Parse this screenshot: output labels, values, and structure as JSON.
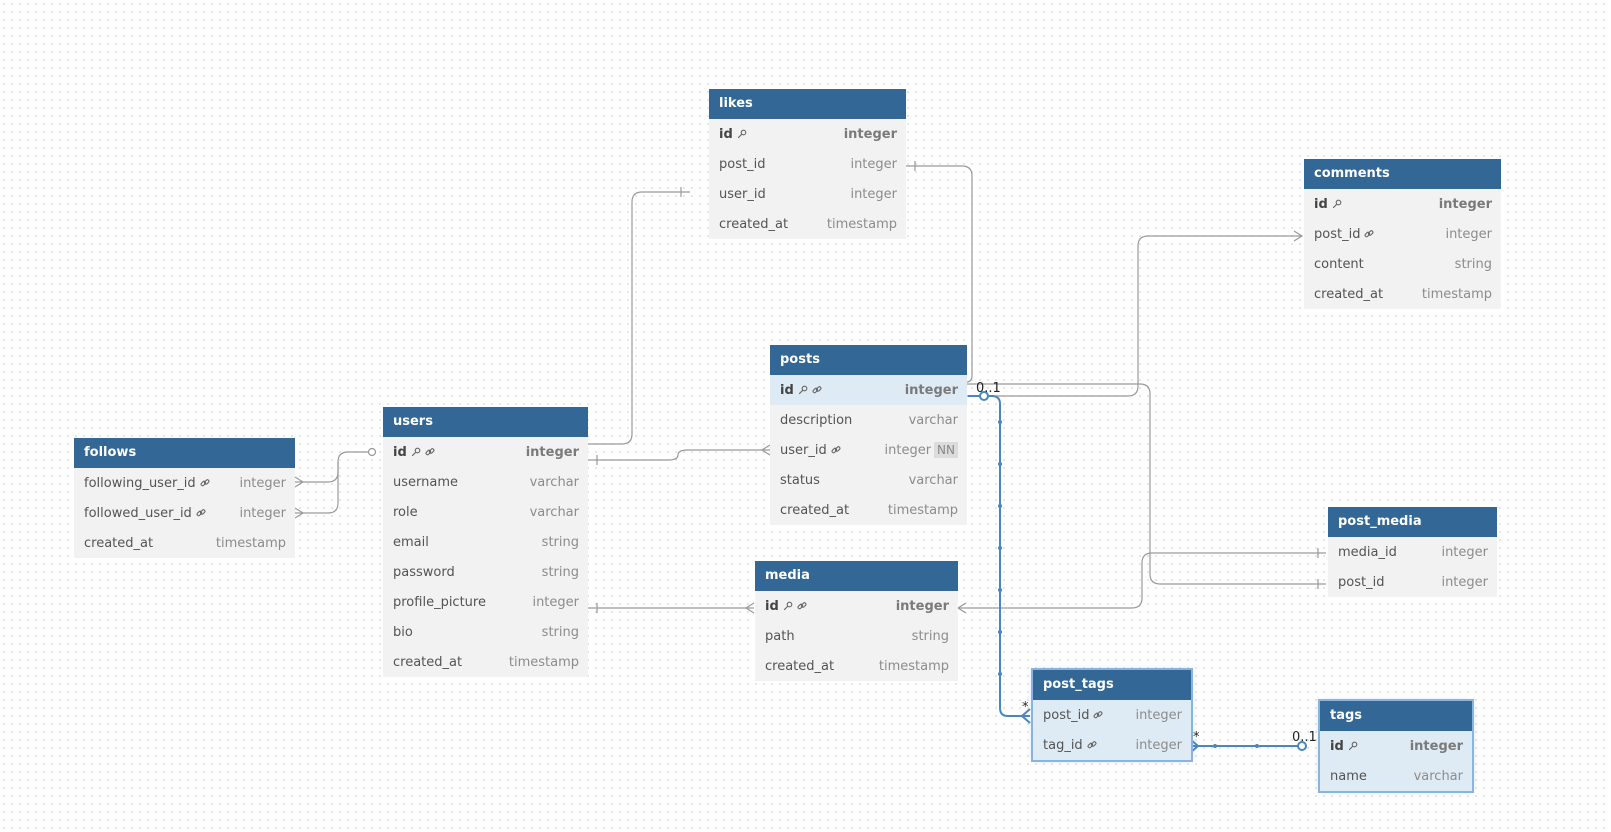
{
  "tables": {
    "likes": {
      "title": "likes",
      "fields": [
        {
          "name": "id",
          "type": "integer",
          "pk": true,
          "icons": [
            "key"
          ]
        },
        {
          "name": "post_id",
          "type": "integer"
        },
        {
          "name": "user_id",
          "type": "integer"
        },
        {
          "name": "created_at",
          "type": "timestamp"
        }
      ]
    },
    "comments": {
      "title": "comments",
      "fields": [
        {
          "name": "id",
          "type": "integer",
          "pk": true,
          "icons": [
            "key"
          ]
        },
        {
          "name": "post_id",
          "type": "integer",
          "icons": [
            "link"
          ]
        },
        {
          "name": "content",
          "type": "string"
        },
        {
          "name": "created_at",
          "type": "timestamp"
        }
      ]
    },
    "posts": {
      "title": "posts",
      "fields": [
        {
          "name": "id",
          "type": "integer",
          "pk": true,
          "icons": [
            "key",
            "link"
          ]
        },
        {
          "name": "description",
          "type": "varchar"
        },
        {
          "name": "user_id",
          "type": "integer",
          "icons": [
            "link"
          ],
          "badge": "NN"
        },
        {
          "name": "status",
          "type": "varchar"
        },
        {
          "name": "created_at",
          "type": "timestamp"
        }
      ]
    },
    "users": {
      "title": "users",
      "fields": [
        {
          "name": "id",
          "type": "integer",
          "pk": true,
          "icons": [
            "key",
            "link"
          ]
        },
        {
          "name": "username",
          "type": "varchar"
        },
        {
          "name": "role",
          "type": "varchar"
        },
        {
          "name": "email",
          "type": "string"
        },
        {
          "name": "password",
          "type": "string"
        },
        {
          "name": "profile_picture",
          "type": "integer"
        },
        {
          "name": "bio",
          "type": "string"
        },
        {
          "name": "created_at",
          "type": "timestamp"
        }
      ]
    },
    "follows": {
      "title": "follows",
      "fields": [
        {
          "name": "following_user_id",
          "type": "integer",
          "icons": [
            "link"
          ]
        },
        {
          "name": "followed_user_id",
          "type": "integer",
          "icons": [
            "link"
          ]
        },
        {
          "name": "created_at",
          "type": "timestamp"
        }
      ]
    },
    "post_media": {
      "title": "post_media",
      "fields": [
        {
          "name": "media_id",
          "type": "integer"
        },
        {
          "name": "post_id",
          "type": "integer"
        }
      ]
    },
    "media": {
      "title": "media",
      "fields": [
        {
          "name": "id",
          "type": "integer",
          "pk": true,
          "icons": [
            "key",
            "link"
          ]
        },
        {
          "name": "path",
          "type": "string"
        },
        {
          "name": "created_at",
          "type": "timestamp"
        }
      ]
    },
    "post_tags": {
      "title": "post_tags",
      "fields": [
        {
          "name": "post_id",
          "type": "integer",
          "icons": [
            "link"
          ]
        },
        {
          "name": "tag_id",
          "type": "integer",
          "icons": [
            "link"
          ]
        }
      ]
    },
    "tags": {
      "title": "tags",
      "fields": [
        {
          "name": "id",
          "type": "integer",
          "pk": true,
          "icons": [
            "key"
          ]
        },
        {
          "name": "name",
          "type": "varchar"
        }
      ]
    }
  },
  "relationship_labels": {
    "posts_post_tags_one": "0..1",
    "posts_post_tags_many": "*",
    "post_tags_tags_many": "*",
    "post_tags_tags_one": "0..1"
  },
  "colors": {
    "header": "#336796",
    "connector": "#9a9a9a",
    "highlight_connector": "#4a86c0"
  }
}
